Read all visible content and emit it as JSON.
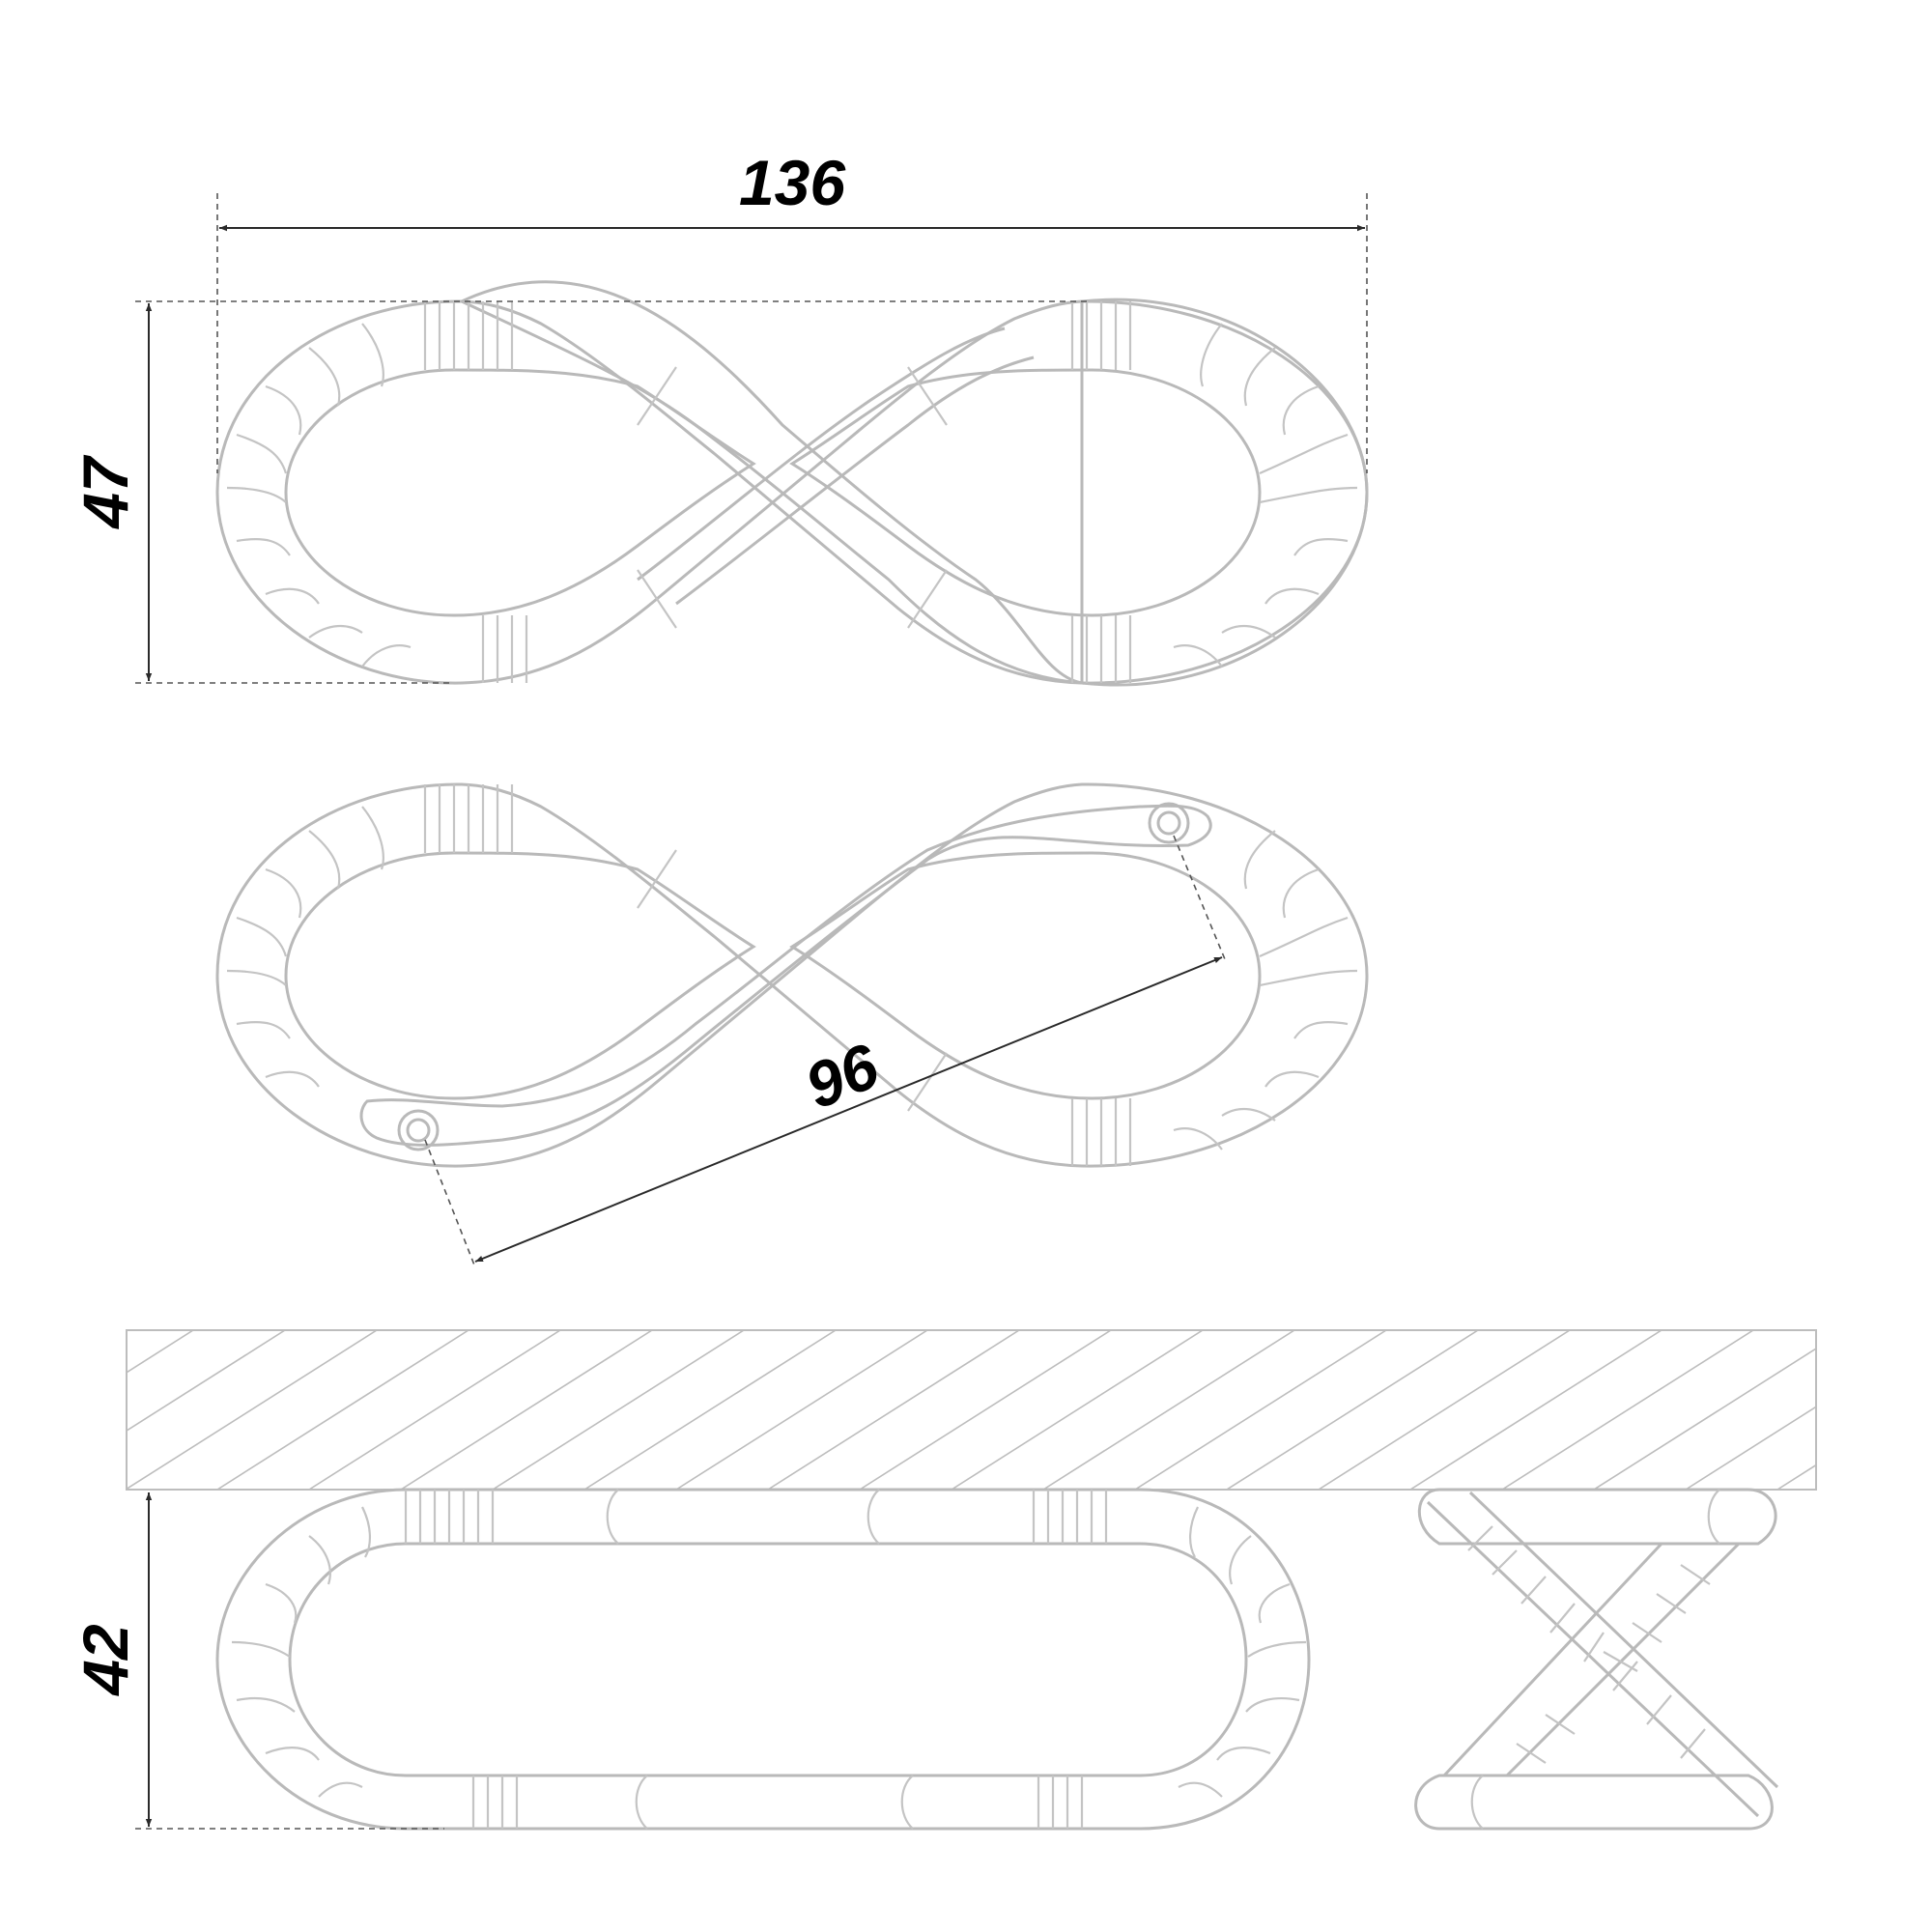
{
  "dimensions": {
    "width_total": "136",
    "height_top": "47",
    "hole_spacing": "96",
    "height_side": "42"
  },
  "colors": {
    "outline": "#b9b9b9",
    "dimension": "#2a2a2a",
    "text": "#000000"
  }
}
